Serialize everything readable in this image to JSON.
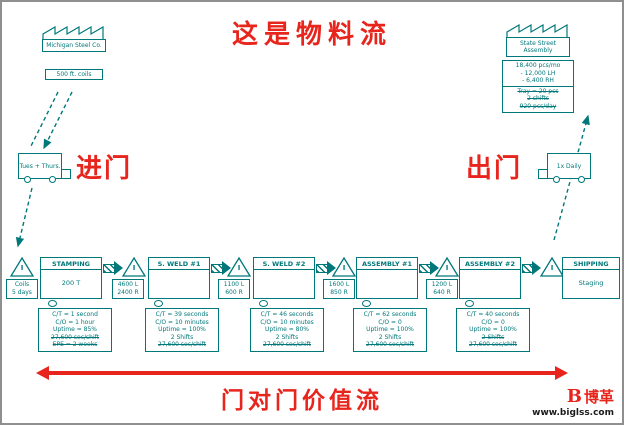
{
  "title": "这是物料流",
  "inventory_symbol": "I",
  "supplier": {
    "name": "Michigan Steel Co.",
    "coils_note": "500 ft. coils"
  },
  "customer": {
    "name": "State Street Assembly",
    "demand": [
      "18,400 pcs/mo",
      "- 12,000 LH",
      "- 6,400 RH"
    ],
    "struck": [
      "Tray = 20 pcs",
      "2 shifts",
      "920 pcs/day"
    ]
  },
  "inbound_truck": {
    "schedule": "Tues + Thurs.",
    "gate_label": "进门"
  },
  "outbound_truck": {
    "schedule": "1x Daily",
    "gate_label": "出门"
  },
  "inventories": [
    {
      "line1": "Coils",
      "line2": "5 days"
    },
    {
      "line1": "4600 L",
      "line2": "2400 R"
    },
    {
      "line1": "1100 L",
      "line2": "600 R"
    },
    {
      "line1": "1600 L",
      "line2": "850 R"
    },
    {
      "line1": "1200 L",
      "line2": "640 R"
    }
  ],
  "processes": [
    {
      "name": "STAMPING",
      "detail": "200 T",
      "databox": [
        "C/T = 1 second",
        "C/O = 1 hour",
        "Uptime = 85%",
        "27,600 sec/shift",
        "EPE = 2 weeks"
      ]
    },
    {
      "name": "S. WELD #1",
      "detail": "",
      "databox": [
        "C/T = 39 seconds",
        "C/O = 10 minutes",
        "Uptime = 100%",
        "2 Shifts",
        "27,600 sec/shift"
      ]
    },
    {
      "name": "S. WELD #2",
      "detail": "",
      "databox": [
        "C/T = 46 seconds",
        "C/O = 10 minutes",
        "Uptime = 80%",
        "2 Shifts",
        "27,600 sec/shift"
      ]
    },
    {
      "name": "ASSEMBLY #1",
      "detail": "",
      "databox": [
        "C/T = 62 seconds",
        "C/O = 0",
        "Uptime = 100%",
        "2 Shifts",
        "27,600 sec/shift"
      ]
    },
    {
      "name": "ASSEMBLY #2",
      "detail": "",
      "databox": [
        "C/T = 40 seconds",
        "C/O = 0",
        "Uptime = 100%",
        "2 Shifts",
        "27,600 sec/shift"
      ]
    },
    {
      "name": "SHIPPING",
      "detail": "Staging",
      "databox": []
    }
  ],
  "bottom_arrow_label": "门对门价值流",
  "logo": {
    "mark": "B",
    "name": "博革",
    "site": "www.biglss.com"
  },
  "colors": {
    "diagram_teal": "#00787a",
    "accent_red": "#e8251d"
  }
}
